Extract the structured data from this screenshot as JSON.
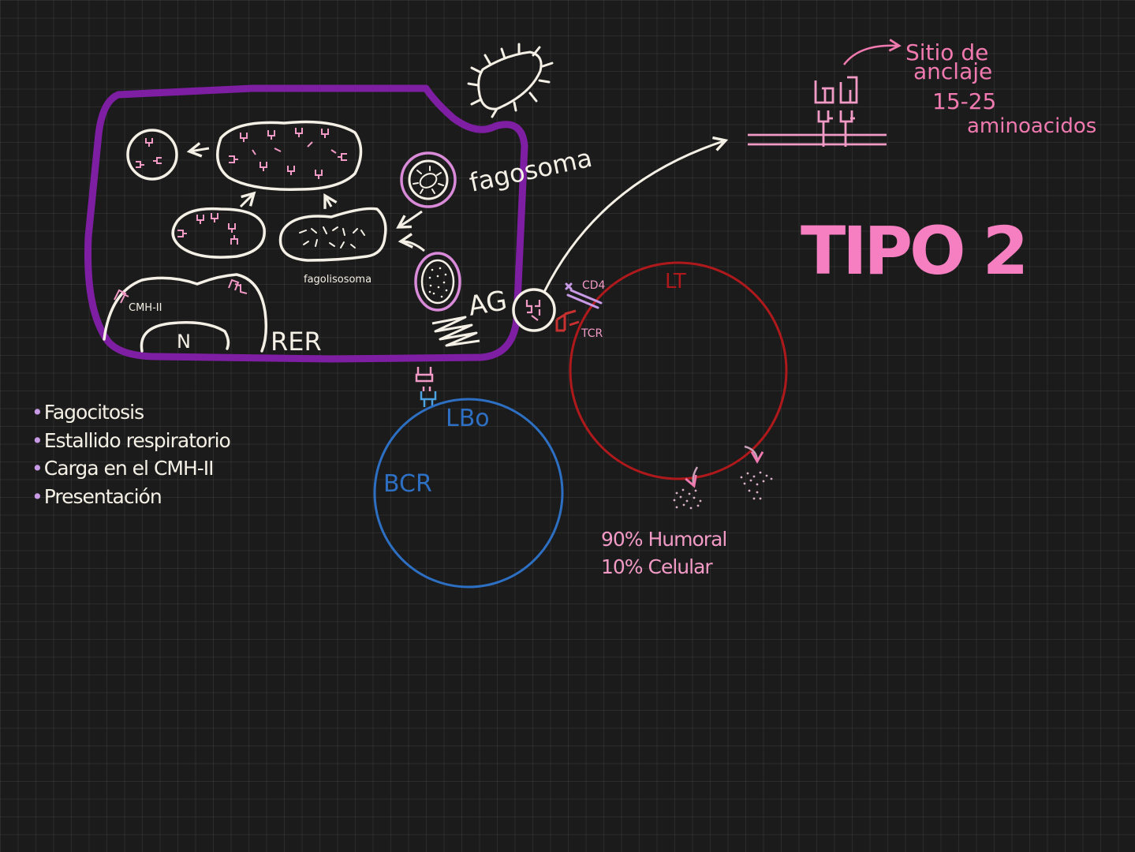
{
  "colors": {
    "cell_membrane": "#7e1fa3",
    "white_ink": "#f5f0e6",
    "pink": "#f29ac6",
    "hot_pink": "#f57fc0",
    "b_cell": "#2d6fc2",
    "t_cell": "#b0191c",
    "lavender": "#c89ae6",
    "tcr": "#c8312f"
  },
  "labels": {
    "nucleus": "N",
    "rer": "RER",
    "mhc": "CMH-II",
    "phagolysosome": "fagolisosoma",
    "phagosome": "fagosoma",
    "antigen": "AG",
    "b_cell": "LBo",
    "bcr": "BCR",
    "t_cell": "LT",
    "cd4": "CD4",
    "tcr": "TCR",
    "anchor_site_line1": "Sitio de",
    "anchor_site_line2": "anclaje",
    "amino_count": "15-25",
    "amino_word": "aminoacidos",
    "type_title": "TIPO 2"
  },
  "steps": [
    "Fagocitosis",
    "Estallido respiratorio",
    "Carga en el CMH-II",
    "Presentación"
  ],
  "response_split": {
    "humoral": "90% Humoral",
    "cellular": "10% Celular"
  }
}
